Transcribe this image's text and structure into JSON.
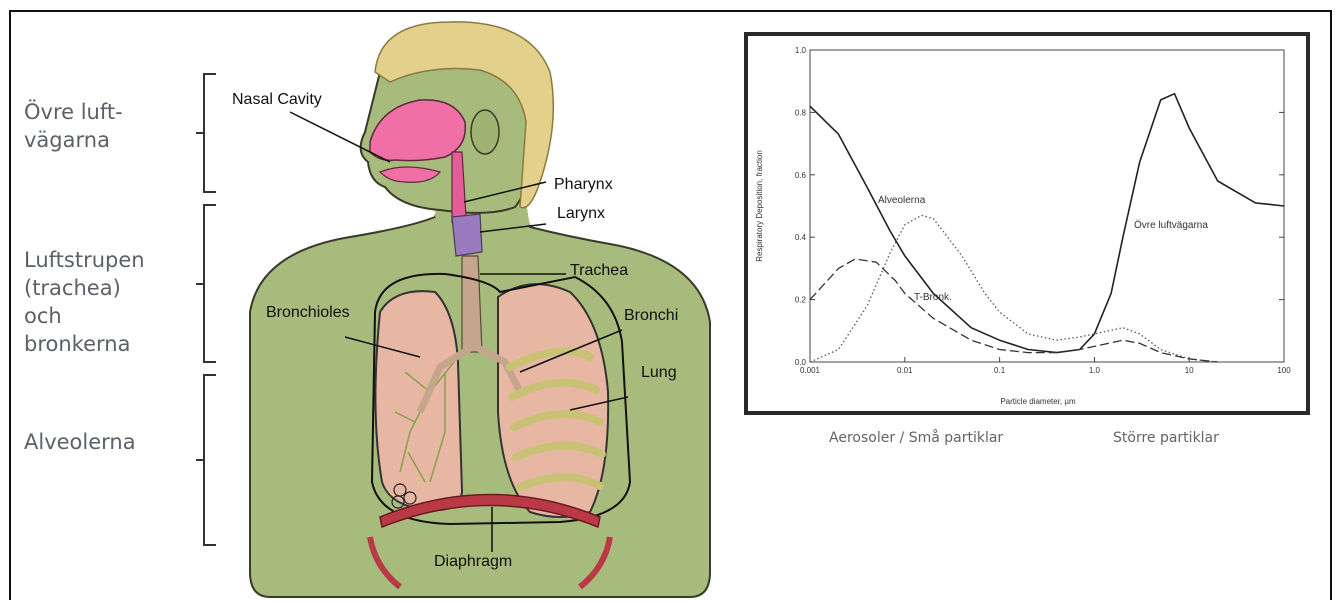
{
  "regions": {
    "upper": "Övre luft-\nvägarna",
    "middle": "Luftstrupen\n(trachea)\noch\nbronkerna",
    "lower": "Alveolerna"
  },
  "anatomy": {
    "nasal_cavity": "Nasal Cavity",
    "pharynx": "Pharynx",
    "larynx": "Larynx",
    "trachea": "Trachea",
    "bronchioles": "Bronchioles",
    "bronchi": "Bronchi",
    "lung": "Lung",
    "diaphragm": "Diaphragm"
  },
  "captions": {
    "small": "Aerosoler / Små partiklar",
    "large": "Större partiklar"
  },
  "chart_data": {
    "type": "line",
    "xlabel": "Particle diameter, µm",
    "ylabel": "Respiratory Deposition, fraction",
    "xscale": "log",
    "xlim": [
      0.001,
      100
    ],
    "ylim": [
      0,
      1.0
    ],
    "xticks": [
      "0.001",
      "0.01",
      "0.1",
      "1.0",
      "10",
      "100"
    ],
    "yticks": [
      "0.0",
      "0.2",
      "0.4",
      "0.6",
      "0.8",
      "1.0"
    ],
    "series": [
      {
        "name": "Övre luftvägarna",
        "style": "solid",
        "color": "#222222",
        "x": [
          0.001,
          0.002,
          0.004,
          0.007,
          0.01,
          0.02,
          0.05,
          0.1,
          0.2,
          0.4,
          0.7,
          1.0,
          1.5,
          2,
          3,
          5,
          7,
          10,
          20,
          50,
          100
        ],
        "y": [
          0.82,
          0.73,
          0.56,
          0.42,
          0.34,
          0.22,
          0.11,
          0.07,
          0.04,
          0.03,
          0.04,
          0.09,
          0.22,
          0.4,
          0.64,
          0.84,
          0.86,
          0.75,
          0.58,
          0.51,
          0.5
        ]
      },
      {
        "name": "Alveolerna",
        "style": "dotted",
        "color": "#555555",
        "x": [
          0.001,
          0.002,
          0.004,
          0.007,
          0.01,
          0.015,
          0.02,
          0.04,
          0.07,
          0.1,
          0.2,
          0.4,
          0.7,
          1.0,
          2,
          3,
          5,
          10,
          20
        ],
        "y": [
          0.0,
          0.04,
          0.18,
          0.35,
          0.44,
          0.47,
          0.46,
          0.34,
          0.22,
          0.16,
          0.09,
          0.07,
          0.08,
          0.09,
          0.11,
          0.09,
          0.04,
          0.01,
          0.0
        ]
      },
      {
        "name": "T-Bronk.",
        "style": "dashed",
        "color": "#333333",
        "x": [
          0.001,
          0.002,
          0.003,
          0.005,
          0.008,
          0.01,
          0.02,
          0.05,
          0.1,
          0.2,
          0.4,
          0.7,
          1.0,
          2,
          3,
          5,
          10,
          20
        ],
        "y": [
          0.2,
          0.3,
          0.33,
          0.32,
          0.26,
          0.22,
          0.14,
          0.07,
          0.04,
          0.03,
          0.03,
          0.04,
          0.05,
          0.07,
          0.06,
          0.03,
          0.01,
          0.0
        ]
      }
    ]
  }
}
